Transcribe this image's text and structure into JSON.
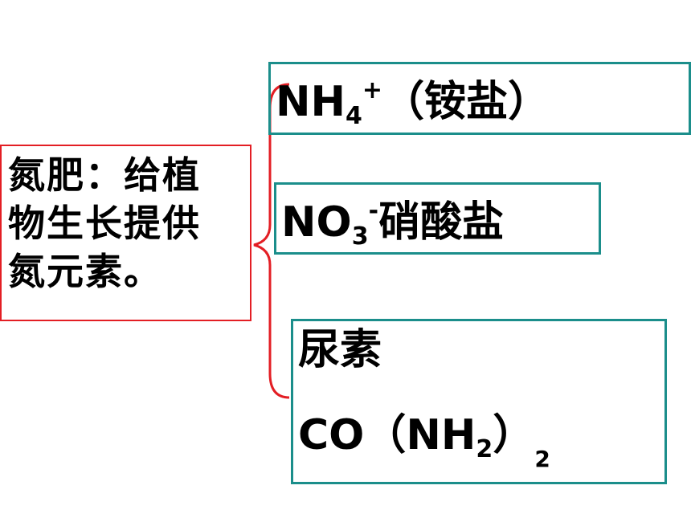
{
  "main_box": {
    "lines": [
      "氮肥：给植",
      "物生长提供",
      "氮元素。"
    ]
  },
  "ammonium": {
    "formula_base": "NH",
    "formula_sub": "4",
    "formula_sup": "+",
    "label": "（铵盐）"
  },
  "nitrate": {
    "formula_base": "NO",
    "formula_sub": "3",
    "formula_sup": "-",
    "label": "硝酸盐"
  },
  "urea": {
    "name": "尿素",
    "formula_part1": "CO（NH",
    "formula_sub": "2",
    "formula_part2": "）",
    "formula_sub2": "2"
  },
  "colors": {
    "main_border": "#e31e24",
    "item_border": "#1b8e8b",
    "brace": "#e31e24"
  }
}
